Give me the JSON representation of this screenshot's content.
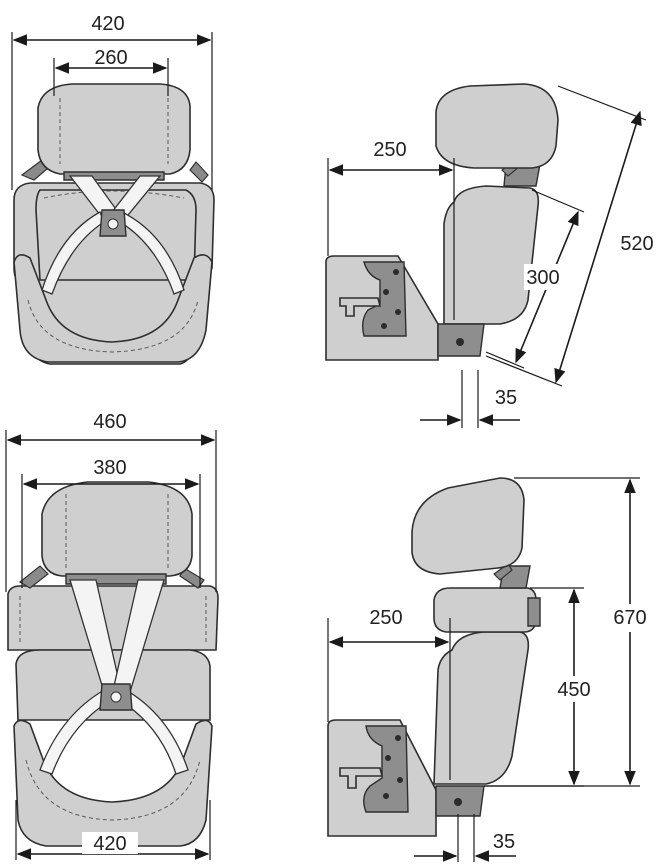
{
  "colors": {
    "seat_fill": "#cfcfcf",
    "seat_stroke": "#2e2e2e",
    "seat_dark": "#8e8e8e",
    "belt_fill": "#f4f4f4",
    "bracket_fill": "#8a8a8a"
  },
  "dimensions": {
    "top_front_outer_width": "420",
    "top_front_headrest_width": "260",
    "top_side_seat_depth": "250",
    "top_side_back_height": "300",
    "top_side_total_height": "520",
    "top_side_offset": "35",
    "bottom_front_outer_width": "460",
    "bottom_front_headrest_width": "380",
    "bottom_front_base_width": "420",
    "bottom_side_seat_depth": "250",
    "bottom_side_back_height": "450",
    "bottom_side_total_height": "670",
    "bottom_side_offset": "35"
  }
}
